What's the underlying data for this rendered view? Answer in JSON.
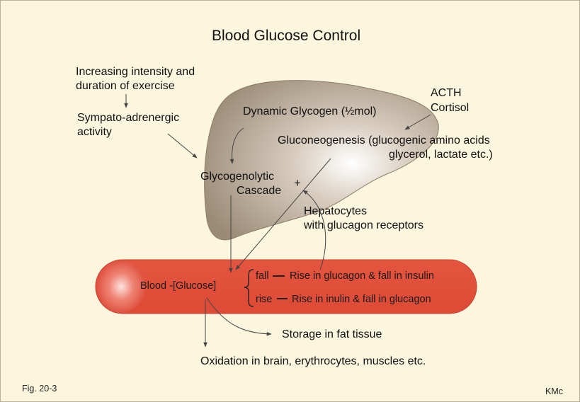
{
  "title": "Blood Glucose Control",
  "exercise": {
    "line1": "Increasing intensity and",
    "line2": "duration of exercise"
  },
  "sympato": {
    "line1": "Sympato-adrenergic",
    "line2": "activity"
  },
  "acth": {
    "line1": "ACTH",
    "line2": "Cortisol"
  },
  "liver": {
    "dynamic_glycogen": "Dynamic Glycogen (½mol)",
    "gluconeogenesis_1": "Gluconeogenesis (glucogenic amino acids",
    "gluconeogenesis_2": "glycerol, lactate etc.)",
    "glycogenolytic_1": "Glycogenolytic",
    "glycogenolytic_2": "Cascade",
    "plus": "+"
  },
  "hepatocytes": {
    "line1": "Hepatocytes",
    "line2": "with glucagon receptors"
  },
  "blood": {
    "label": "Blood -[Glucose]",
    "fall": "fall",
    "fall_effect": "Rise in glucagon & fall in insulin",
    "rise": "rise",
    "rise_effect": "Rise in inulin & fall in glucagon"
  },
  "storage": "Storage in fat tissue",
  "oxidation": "Oxidation in brain, erythrocytes, muscles etc.",
  "fig": "Fig. 20-3",
  "author": "KMc",
  "colors": {
    "background": "#fbf6dd",
    "vessel": "#e2503d",
    "liver": "#a99985",
    "text": "#111111"
  }
}
